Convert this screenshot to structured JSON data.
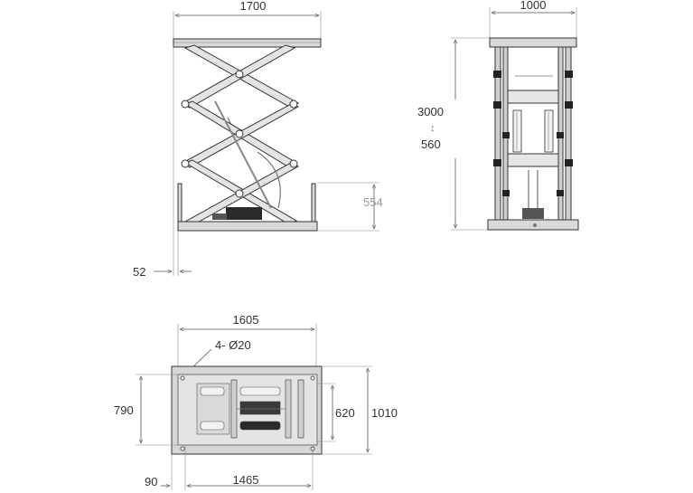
{
  "views": {
    "side": {
      "width_label": "1700",
      "travel_label": "554",
      "offset_label": "52"
    },
    "front": {
      "width_label": "1000",
      "max_height_label": "3000",
      "arrow_label": "↕",
      "min_height_label": "560"
    },
    "plan": {
      "outer_length_label": "1605",
      "holes_label": "4- Ø20",
      "depth_label": "790",
      "inner_depth_label": "620",
      "outer_depth_label": "1010",
      "edge_label": "90",
      "inner_length_label": "1465"
    }
  },
  "colors": {
    "line": "#333333",
    "dim": "#555555",
    "fill_light": "#e6e6e6",
    "fill_mid": "#cfcfcf",
    "fill_dark": "#2b2b2b"
  }
}
